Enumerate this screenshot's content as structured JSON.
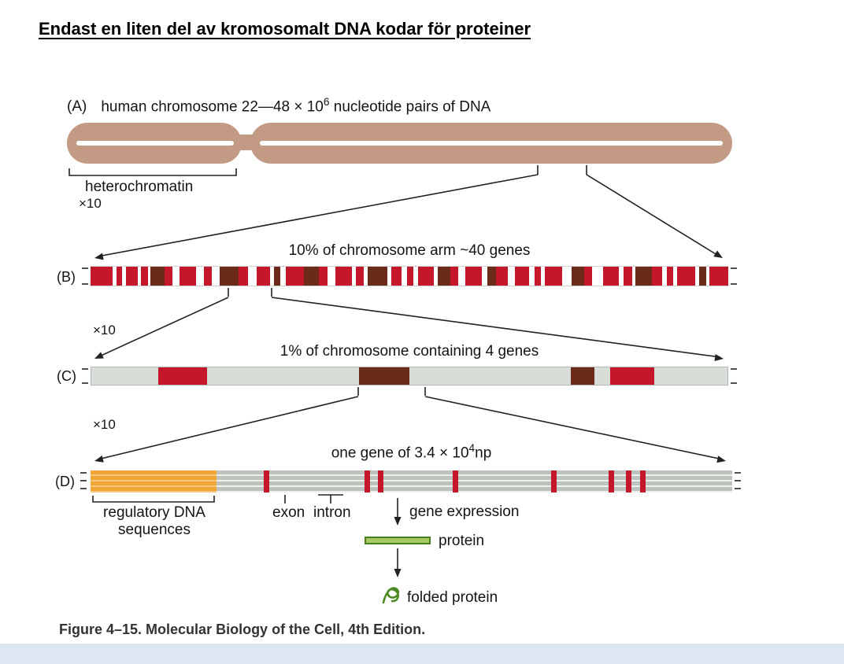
{
  "page": {
    "title": "Endast en liten del av kromosomalt DNA kodar för proteiner",
    "caption": "Figure 4–15. Molecular Biology of the Cell, 4th Edition."
  },
  "colors": {
    "chromosome_tan": "#c39b85",
    "red": "#c4172c",
    "dark": "#6a2b1a",
    "bar_gray": "#d9ddd8",
    "orange": "#f0a636",
    "protein_green_fill": "#a6cb64",
    "protein_green_dark": "#49801f",
    "footer_band": "#dce7f1"
  },
  "panelA": {
    "label": "(A)",
    "heading_main": "human chromosome 22—48 × 10",
    "heading_sup": "6",
    "heading_tail": " nucleotide pairs of DNA",
    "heterochromatin": "heterochromatin",
    "zoom": "×10"
  },
  "panelB": {
    "label": "(B)",
    "heading": "10% of chromosome arm ~40 genes",
    "zoom": "×10",
    "segments": [
      {
        "x": 0.0,
        "w": 3.5,
        "c": "red"
      },
      {
        "x": 4.1,
        "w": 0.9,
        "c": "red"
      },
      {
        "x": 5.6,
        "w": 1.8,
        "c": "red"
      },
      {
        "x": 7.9,
        "w": 1.1,
        "c": "red"
      },
      {
        "x": 9.4,
        "w": 2.2,
        "c": "dark"
      },
      {
        "x": 11.6,
        "w": 1.2,
        "c": "red"
      },
      {
        "x": 14.0,
        "w": 2.6,
        "c": "red"
      },
      {
        "x": 17.8,
        "w": 1.2,
        "c": "red"
      },
      {
        "x": 20.2,
        "w": 3.0,
        "c": "dark"
      },
      {
        "x": 23.2,
        "w": 1.5,
        "c": "red"
      },
      {
        "x": 26.0,
        "w": 2.2,
        "c": "red"
      },
      {
        "x": 28.8,
        "w": 1.0,
        "c": "dark"
      },
      {
        "x": 30.6,
        "w": 2.8,
        "c": "red"
      },
      {
        "x": 33.4,
        "w": 2.4,
        "c": "dark"
      },
      {
        "x": 35.8,
        "w": 1.4,
        "c": "red"
      },
      {
        "x": 38.4,
        "w": 2.6,
        "c": "red"
      },
      {
        "x": 41.6,
        "w": 1.2,
        "c": "red"
      },
      {
        "x": 43.4,
        "w": 3.2,
        "c": "dark"
      },
      {
        "x": 47.2,
        "w": 1.6,
        "c": "red"
      },
      {
        "x": 49.6,
        "w": 1.0,
        "c": "red"
      },
      {
        "x": 51.4,
        "w": 2.4,
        "c": "red"
      },
      {
        "x": 54.4,
        "w": 2.0,
        "c": "dark"
      },
      {
        "x": 56.4,
        "w": 1.2,
        "c": "red"
      },
      {
        "x": 58.8,
        "w": 2.6,
        "c": "red"
      },
      {
        "x": 62.2,
        "w": 1.4,
        "c": "dark"
      },
      {
        "x": 63.6,
        "w": 1.8,
        "c": "red"
      },
      {
        "x": 66.6,
        "w": 2.2,
        "c": "red"
      },
      {
        "x": 69.6,
        "w": 1.0,
        "c": "red"
      },
      {
        "x": 71.2,
        "w": 2.8,
        "c": "red"
      },
      {
        "x": 75.4,
        "w": 2.0,
        "c": "dark"
      },
      {
        "x": 77.4,
        "w": 1.2,
        "c": "red"
      },
      {
        "x": 80.4,
        "w": 2.4,
        "c": "red"
      },
      {
        "x": 83.6,
        "w": 1.4,
        "c": "red"
      },
      {
        "x": 85.4,
        "w": 2.6,
        "c": "dark"
      },
      {
        "x": 88.0,
        "w": 1.6,
        "c": "red"
      },
      {
        "x": 90.4,
        "w": 1.0,
        "c": "red"
      },
      {
        "x": 92.0,
        "w": 2.8,
        "c": "red"
      },
      {
        "x": 95.4,
        "w": 1.2,
        "c": "dark"
      },
      {
        "x": 97.0,
        "w": 3.0,
        "c": "red"
      }
    ]
  },
  "panelC": {
    "label": "(C)",
    "heading": "1% of chromosome containing 4 genes",
    "zoom": "×10",
    "segments": [
      {
        "x": 10.5,
        "w": 7.7,
        "c": "red"
      },
      {
        "x": 42.1,
        "w": 7.9,
        "c": "dark"
      },
      {
        "x": 75.4,
        "w": 3.7,
        "c": "dark"
      },
      {
        "x": 81.6,
        "w": 6.9,
        "c": "red"
      }
    ]
  },
  "panelD": {
    "label": "(D)",
    "heading_main": "one gene of 3.4 × 10",
    "heading_sup": "4",
    "heading_tail": "np",
    "regulatory_line1": "regulatory DNA",
    "regulatory_line2": "sequences",
    "exon": "exon",
    "intron": "intron",
    "gene_expression": "gene expression",
    "protein": "protein",
    "folded_protein": "folded protein",
    "regulatory_region": {
      "x": 0,
      "w": 19.6
    },
    "exon_positions": [
      27.0,
      42.7,
      44.8,
      56.4,
      71.8,
      80.7,
      83.4,
      85.6
    ],
    "exon_width": 0.9
  }
}
